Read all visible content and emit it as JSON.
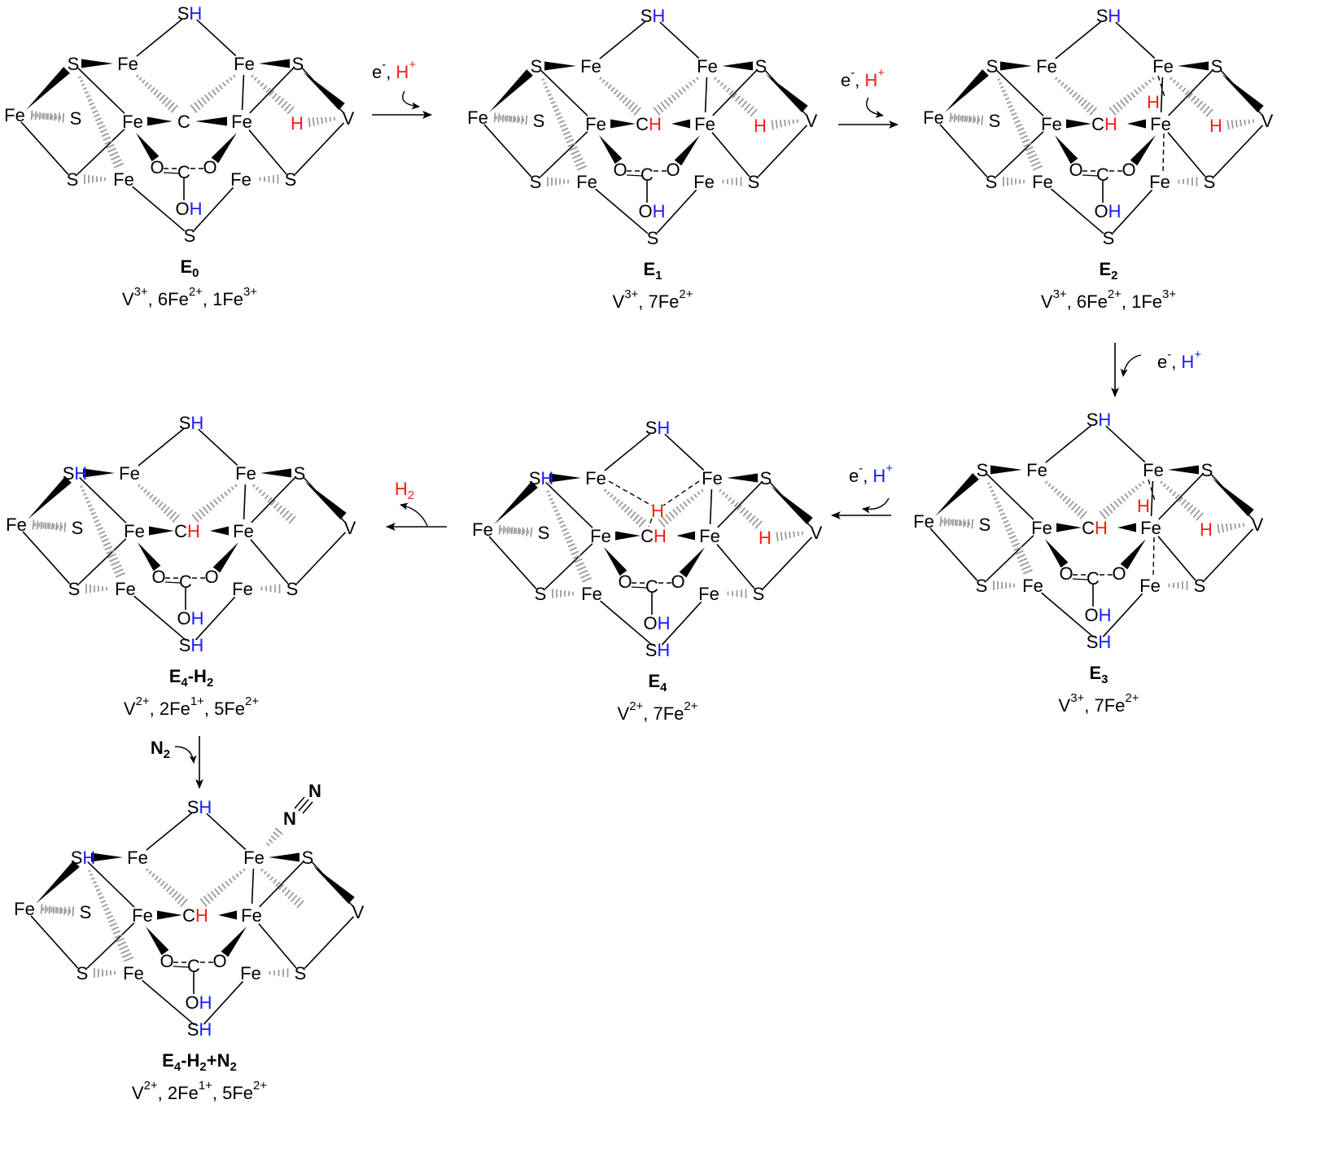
{
  "colors": {
    "proton": "#1a1aff",
    "hydride": "#ff1a1a",
    "ink": "#000000"
  },
  "states": [
    {
      "name": "E0",
      "label_main": "E",
      "label_sub": "0",
      "ox": [
        {
          "t": "V"
        },
        {
          "t": "3+",
          "sup": true
        },
        {
          "t": ", 6Fe"
        },
        {
          "t": "2+",
          "sup": true
        },
        {
          "t": ", 1Fe"
        },
        {
          "t": "3+",
          "sup": true
        }
      ],
      "mods": {
        "carbide_h": false,
        "v_hydride": true,
        "bridge_hydride": false,
        "top_left_S": "S",
        "bottom_S": "S",
        "left_v_bond": true,
        "e4_bridge": false,
        "n2": false
      }
    },
    {
      "name": "E1",
      "label_main": "E",
      "label_sub": "1",
      "ox": [
        {
          "t": "V"
        },
        {
          "t": "3+",
          "sup": true
        },
        {
          "t": ", 7Fe"
        },
        {
          "t": "2+",
          "sup": true
        }
      ],
      "mods": {
        "carbide_h": true,
        "v_hydride": true,
        "bridge_hydride": false,
        "top_left_S": "S",
        "bottom_S": "S",
        "left_v_bond": true,
        "e4_bridge": false,
        "n2": false
      }
    },
    {
      "name": "E2",
      "label_main": "E",
      "label_sub": "2",
      "ox": [
        {
          "t": "V"
        },
        {
          "t": "3+",
          "sup": true
        },
        {
          "t": ", 6Fe"
        },
        {
          "t": "2+",
          "sup": true
        },
        {
          "t": ", 1Fe"
        },
        {
          "t": "3+",
          "sup": true
        }
      ],
      "mods": {
        "carbide_h": true,
        "v_hydride": true,
        "bridge_hydride": true,
        "top_left_S": "S",
        "bottom_S": "S",
        "left_v_bond": true,
        "e4_bridge": false,
        "n2": false
      }
    },
    {
      "name": "E3",
      "label_main": "E",
      "label_sub": "3",
      "ox": [
        {
          "t": "V"
        },
        {
          "t": "3+",
          "sup": true
        },
        {
          "t": ", 7Fe"
        },
        {
          "t": "2+",
          "sup": true
        }
      ],
      "mods": {
        "carbide_h": true,
        "v_hydride": true,
        "bridge_hydride": true,
        "top_left_S": "S",
        "bottom_S": "SH",
        "left_v_bond": true,
        "e4_bridge": false,
        "n2": false
      }
    },
    {
      "name": "E4",
      "label_main": "E",
      "label_sub": "4",
      "ox": [
        {
          "t": "V"
        },
        {
          "t": "2+",
          "sup": true
        },
        {
          "t": ", 7Fe"
        },
        {
          "t": "2+",
          "sup": true
        }
      ],
      "mods": {
        "carbide_h": true,
        "v_hydride": true,
        "bridge_hydride": false,
        "top_left_S": "SH",
        "bottom_S": "SH",
        "left_v_bond": false,
        "e4_bridge": true,
        "n2": false
      }
    },
    {
      "name": "E4-H2",
      "label_main": "E",
      "label_sub": "4",
      "label_tail": "-H",
      "label_tail_sub": "2",
      "ox": [
        {
          "t": "V"
        },
        {
          "t": "2+",
          "sup": true
        },
        {
          "t": ", 2Fe"
        },
        {
          "t": "1+",
          "sup": true
        },
        {
          "t": ", 5Fe"
        },
        {
          "t": "2+",
          "sup": true
        }
      ],
      "mods": {
        "carbide_h": true,
        "v_hydride": false,
        "bridge_hydride": false,
        "top_left_S": "SH",
        "bottom_S": "SH",
        "left_v_bond": false,
        "e4_bridge": false,
        "n2": false
      }
    },
    {
      "name": "E4-H2+N2",
      "label_main": "E",
      "label_sub": "4",
      "label_tail": "-H",
      "label_tail_sub": "2",
      "label_tail2": "+N",
      "label_tail2_sub": "2",
      "ox": [
        {
          "t": "V"
        },
        {
          "t": "2+",
          "sup": true
        },
        {
          "t": ", 2Fe"
        },
        {
          "t": "1+",
          "sup": true
        },
        {
          "t": ", 5Fe"
        },
        {
          "t": "2+",
          "sup": true
        }
      ],
      "mods": {
        "carbide_h": true,
        "v_hydride": false,
        "bridge_hydride": false,
        "top_left_S": "SH",
        "bottom_S": "SH",
        "left_v_bond": false,
        "e4_bridge": false,
        "n2": true
      }
    }
  ],
  "atoms": {
    "S": "S",
    "SH_S": "S",
    "SH_H": "H",
    "Fe": "Fe",
    "V": "V",
    "C": "C",
    "H": "H",
    "O": "O",
    "OH_O": "O",
    "OH_H": "H",
    "N": "N"
  },
  "steps": [
    {
      "reagent": [
        {
          "t": "e"
        },
        {
          "t": "-",
          "sup": true
        },
        {
          "t": ", "
        },
        {
          "t": "H",
          "color": "hydride"
        },
        {
          "t": "+",
          "sup": true,
          "color": "hydride"
        }
      ]
    },
    {
      "reagent": [
        {
          "t": "e"
        },
        {
          "t": "-",
          "sup": true
        },
        {
          "t": ", "
        },
        {
          "t": "H",
          "color": "hydride"
        },
        {
          "t": "+",
          "sup": true,
          "color": "hydride"
        }
      ]
    },
    {
      "reagent": [
        {
          "t": "e"
        },
        {
          "t": "-",
          "sup": true
        },
        {
          "t": ", "
        },
        {
          "t": "H",
          "color": "proton"
        },
        {
          "t": "+",
          "sup": true,
          "color": "proton"
        }
      ]
    },
    {
      "reagent": [
        {
          "t": "e"
        },
        {
          "t": "-",
          "sup": true
        },
        {
          "t": ", "
        },
        {
          "t": "H",
          "color": "proton"
        },
        {
          "t": "+",
          "sup": true,
          "color": "proton"
        }
      ]
    },
    {
      "reagent": [
        {
          "t": "H",
          "color": "hydride"
        },
        {
          "t": "2",
          "sub": true,
          "color": "hydride"
        }
      ]
    },
    {
      "reagent": [
        {
          "t": "N",
          "bold": true
        },
        {
          "t": "2",
          "sub": true,
          "bold": true
        }
      ]
    }
  ]
}
